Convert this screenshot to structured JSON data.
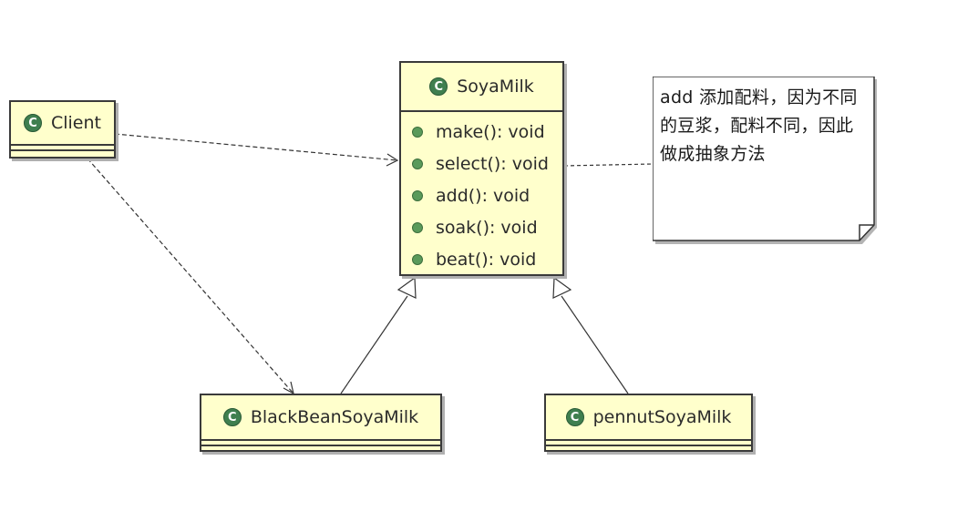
{
  "diagram": {
    "classes": {
      "client": {
        "name": "Client",
        "icon": "class-icon"
      },
      "soyamilk": {
        "name": "SoyaMilk",
        "icon": "class-icon",
        "operations": [
          "make(): void",
          "select(): void",
          "add(): void",
          "soak(): void",
          "beat(): void"
        ]
      },
      "blackbean": {
        "name": "BlackBeanSoyaMilk",
        "icon": "class-icon"
      },
      "pennut": {
        "name": "pennutSoyaMilk",
        "icon": "class-icon"
      }
    },
    "note": {
      "text": "add 添加配料，因为不同的豆浆，配料不同，因此做成抽象方法"
    },
    "relationships": [
      {
        "type": "dependency",
        "from": "Client",
        "to": "SoyaMilk"
      },
      {
        "type": "dependency",
        "from": "Client",
        "to": "BlackBeanSoyaMilk"
      },
      {
        "type": "generalization",
        "from": "BlackBeanSoyaMilk",
        "to": "SoyaMilk"
      },
      {
        "type": "generalization",
        "from": "pennutSoyaMilk",
        "to": "SoyaMilk"
      },
      {
        "type": "note-anchor",
        "from": "SoyaMilk",
        "to": "note"
      }
    ],
    "colors": {
      "class_fill": "#ffffcc",
      "class_border": "#3a3a3a",
      "class_icon": "#3f7f4f",
      "operation_icon": "#5a9a5a"
    }
  }
}
